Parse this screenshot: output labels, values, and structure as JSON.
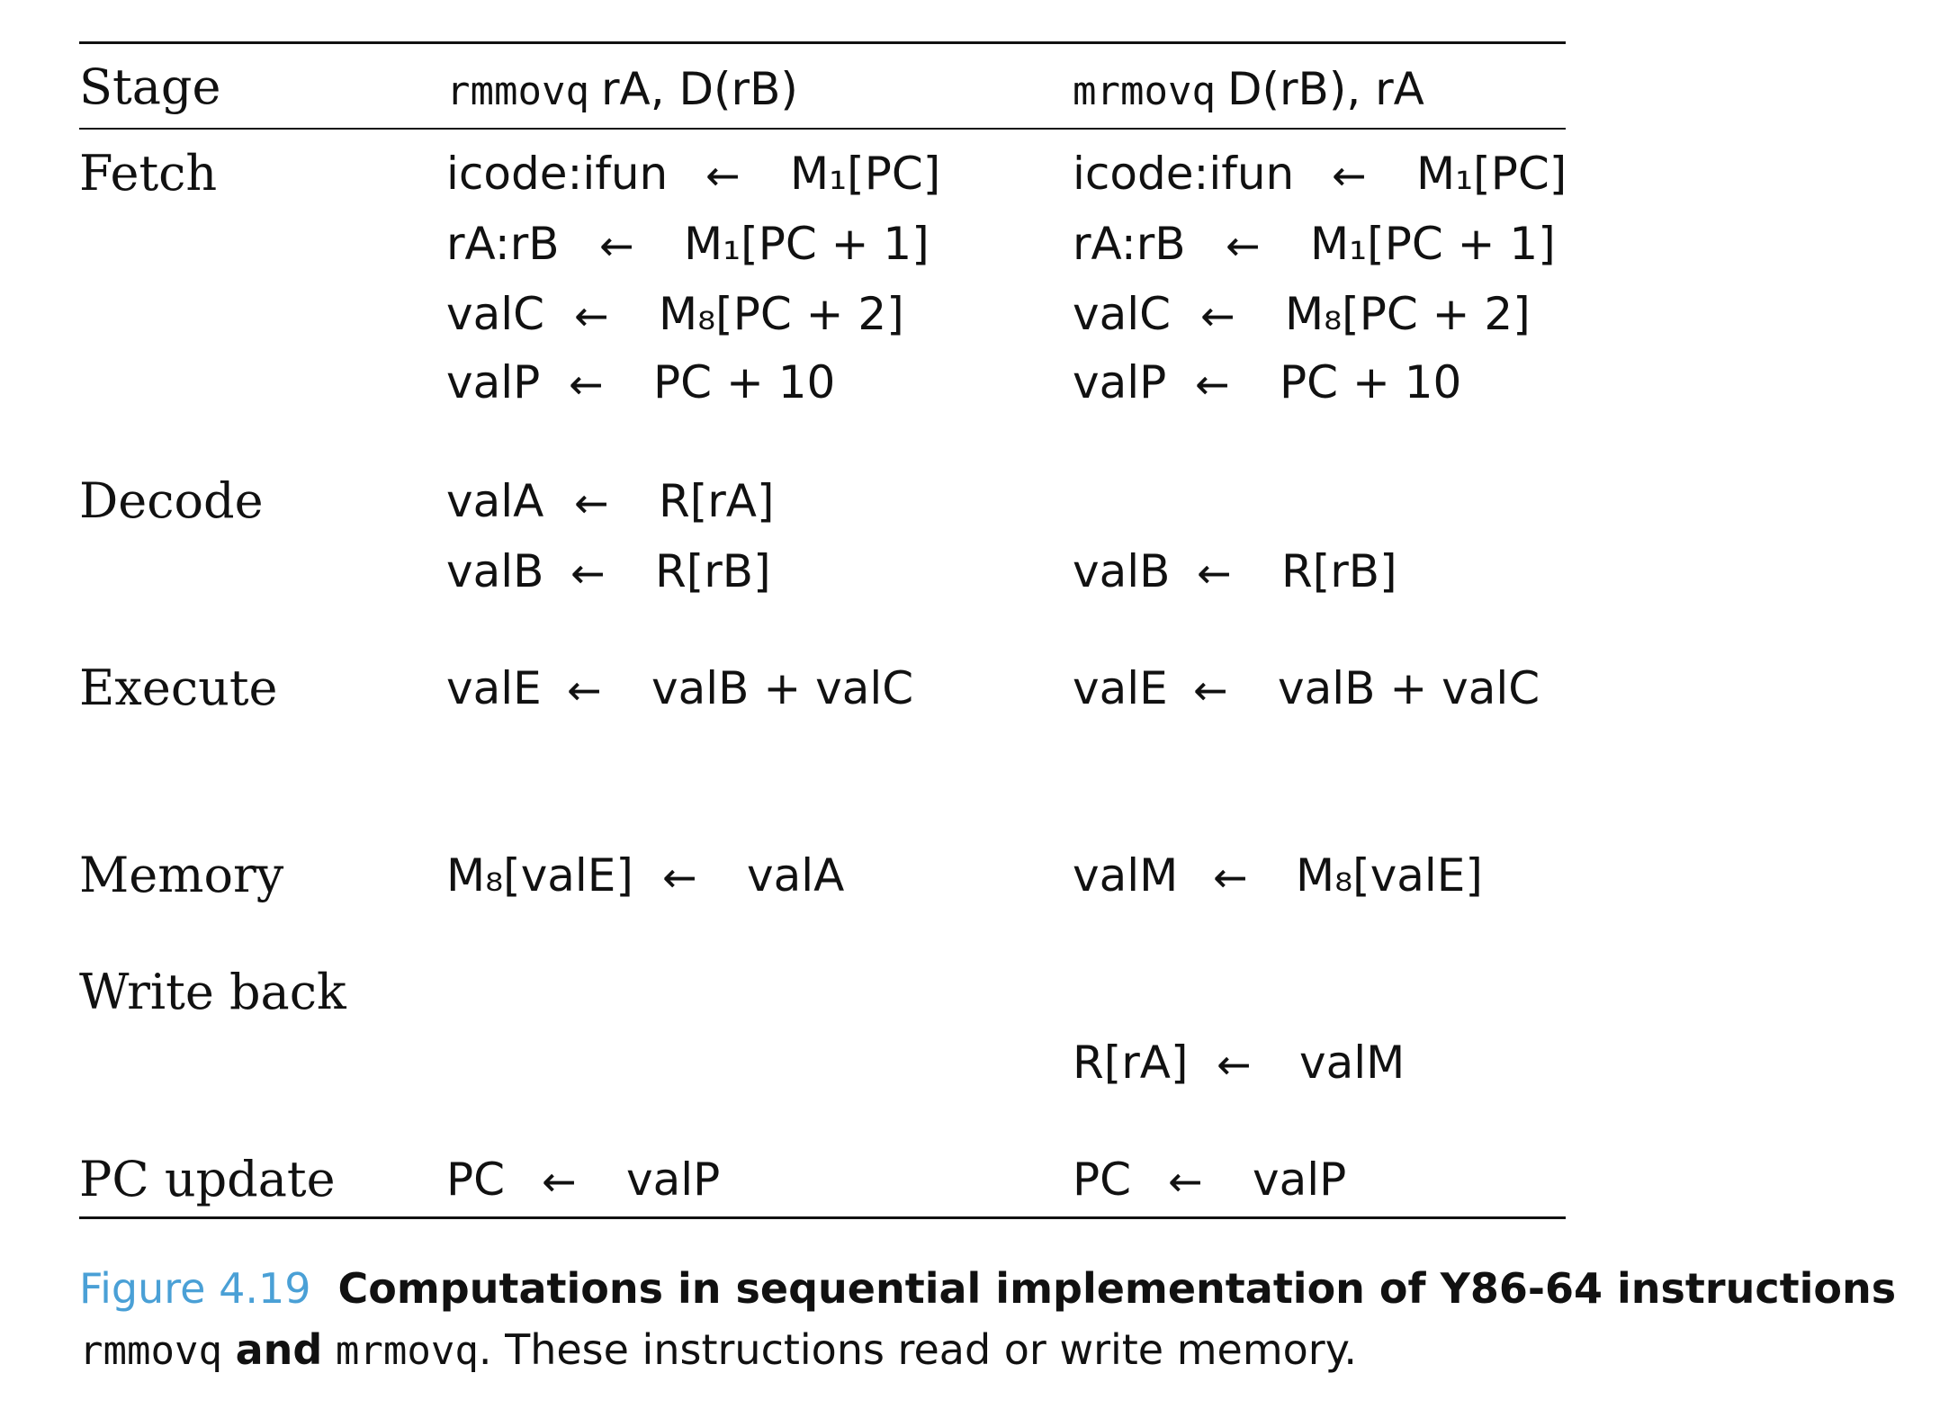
{
  "header": {
    "stage": "Stage",
    "col1_mnemonic": "rmmovq",
    "col1_operands": "rA, D(rB)",
    "col2_mnemonic": "mrmovq",
    "col2_operands": "D(rB), rA"
  },
  "stages": {
    "fetch": "Fetch",
    "decode": "Decode",
    "execute": "Execute",
    "memory": "Memory",
    "writeback": "Write back",
    "pcupdate": "PC update"
  },
  "arrow": "←",
  "rmmovq": {
    "f1": {
      "lhs": "icode:ifun",
      "rhs": "M₁[PC]"
    },
    "f2": {
      "lhs": "rA:rB",
      "rhs": "M₁[PC + 1]"
    },
    "f3": {
      "lhs": "valC",
      "rhs": "M₈[PC + 2]"
    },
    "f4": {
      "lhs": "valP",
      "rhs": "PC + 10"
    },
    "d1": {
      "lhs": "valA",
      "rhs": "R[rA]"
    },
    "d2": {
      "lhs": "valB",
      "rhs": "R[rB]"
    },
    "e1": {
      "lhs": "valE",
      "rhs": "valB + valC"
    },
    "m1": {
      "lhs": "M₈[valE]",
      "rhs": "valA"
    },
    "p1": {
      "lhs": "PC",
      "rhs": "valP"
    }
  },
  "mrmovq": {
    "f1": {
      "lhs": "icode:ifun",
      "rhs": "M₁[PC]"
    },
    "f2": {
      "lhs": "rA:rB",
      "rhs": "M₁[PC + 1]"
    },
    "f3": {
      "lhs": "valC",
      "rhs": "M₈[PC + 2]"
    },
    "f4": {
      "lhs": "valP",
      "rhs": "PC + 10"
    },
    "d2": {
      "lhs": "valB",
      "rhs": "R[rB]"
    },
    "e1": {
      "lhs": "valE",
      "rhs": "valB + valC"
    },
    "m1": {
      "lhs": "valM",
      "rhs": "M₈[valE]"
    },
    "w1": {
      "lhs": "R[rA]",
      "rhs": "valM"
    },
    "p1": {
      "lhs": "PC",
      "rhs": "valP"
    }
  },
  "caption": {
    "figure": "Figure 4.19",
    "title": "Computations in sequential implementation of Y86-64 instructions",
    "mnemonic1": "rmmovq",
    "and": "and",
    "mnemonic2": "mrmovq",
    "rest": ". These instructions read or write memory."
  }
}
